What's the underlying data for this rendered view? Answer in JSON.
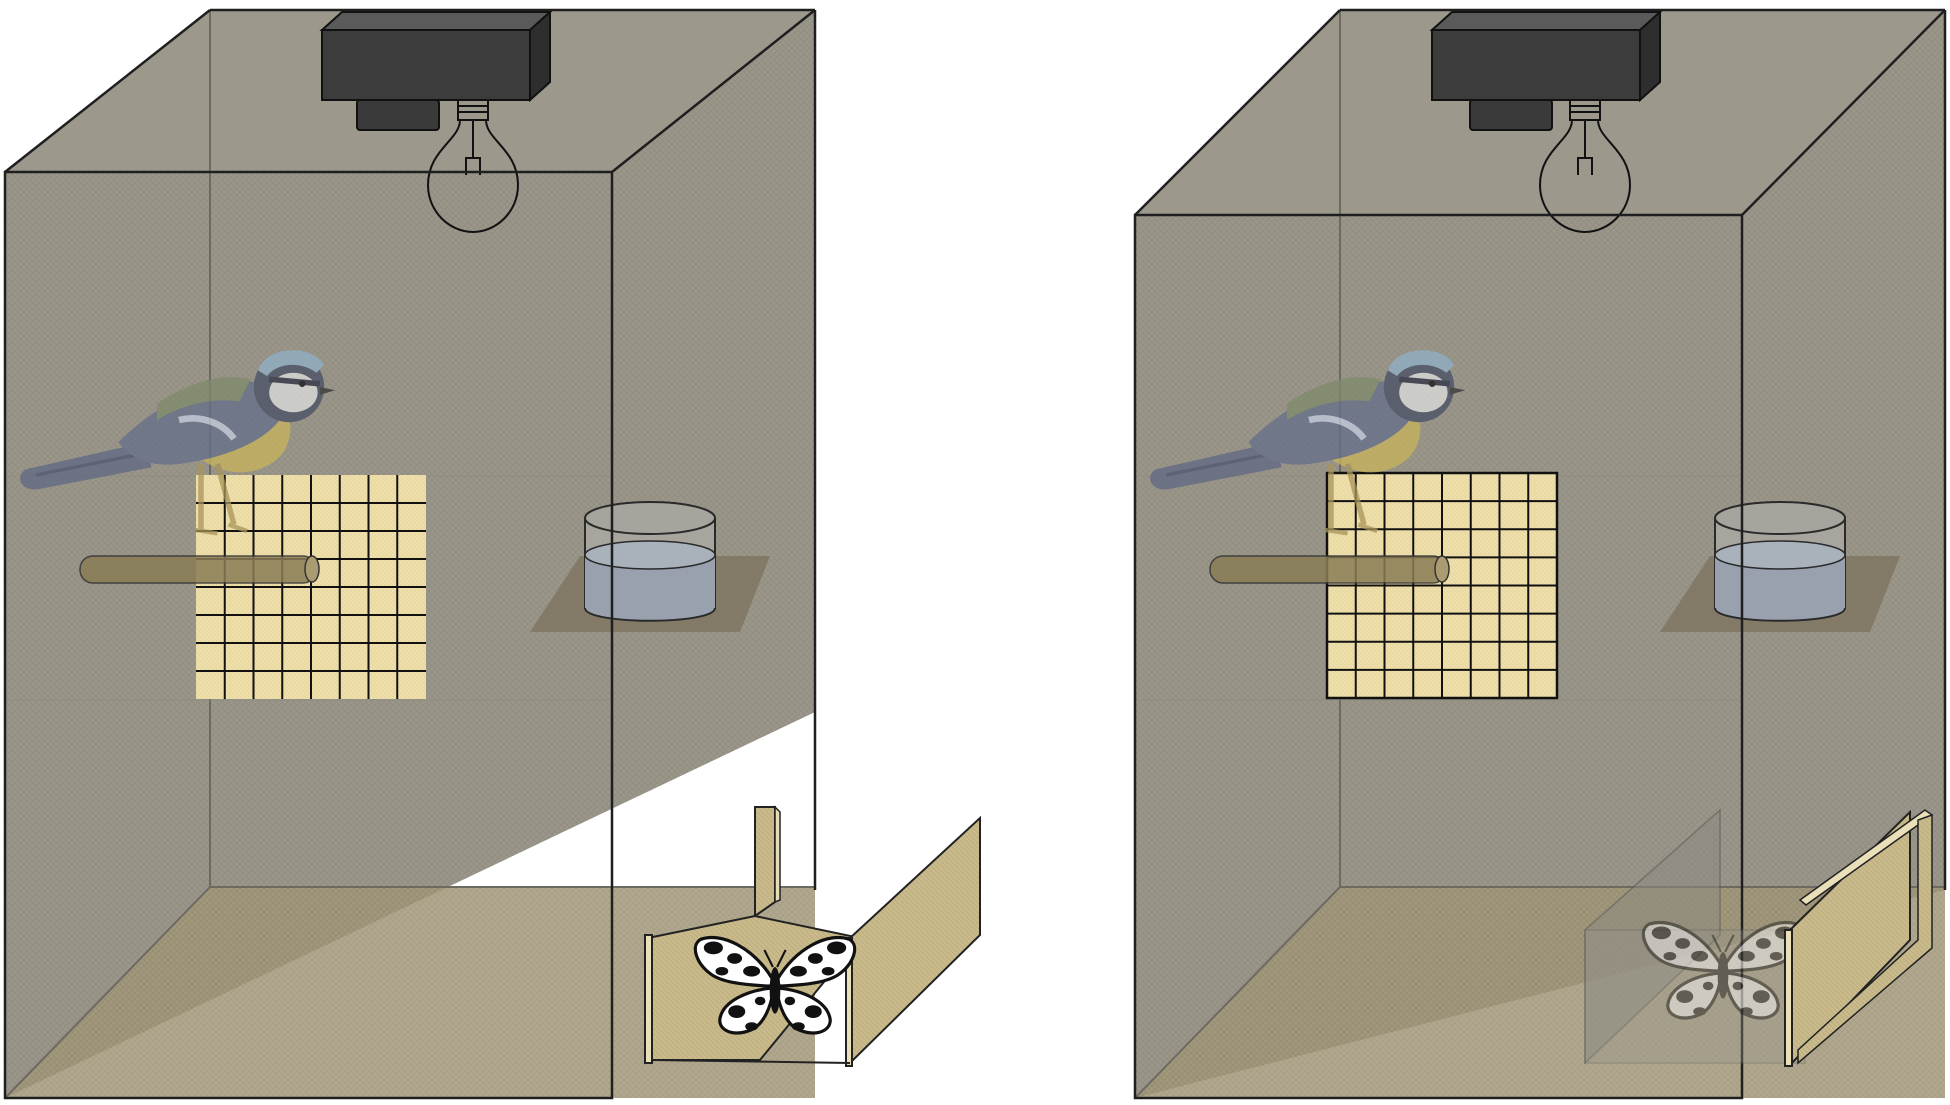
{
  "colors": {
    "mesh": "#9a968a",
    "mesh_dark": "#8c887c",
    "mesh_floor": "#9a9070",
    "edge": "#1f1f1f",
    "camera": "#3c3c3c",
    "camera_dark": "#2a2a2a",
    "grid_panel": "#eedfaa",
    "perch": "#8a7d55",
    "shelf": "#7f7561",
    "water": "#98a1ad",
    "drawer_wood": "#c7b88a",
    "bird_back": "#606a85",
    "bird_belly": "#c8b45a",
    "bird_cap": "#7fa0b8",
    "bird_face": "#d8d8d8",
    "moth_white": "#ffffff",
    "moth_black": "#111111"
  },
  "panels": [
    {
      "id": "left-cage",
      "drawer_state": "open",
      "moth_visibility": "visible"
    },
    {
      "id": "right-cage",
      "drawer_state": "closed",
      "moth_visibility": "hidden"
    }
  ],
  "icons": [
    "camera-icon",
    "light-bulb-icon",
    "blue-tit-bird-icon",
    "moth-icon",
    "water-dish-icon",
    "perch-icon"
  ]
}
